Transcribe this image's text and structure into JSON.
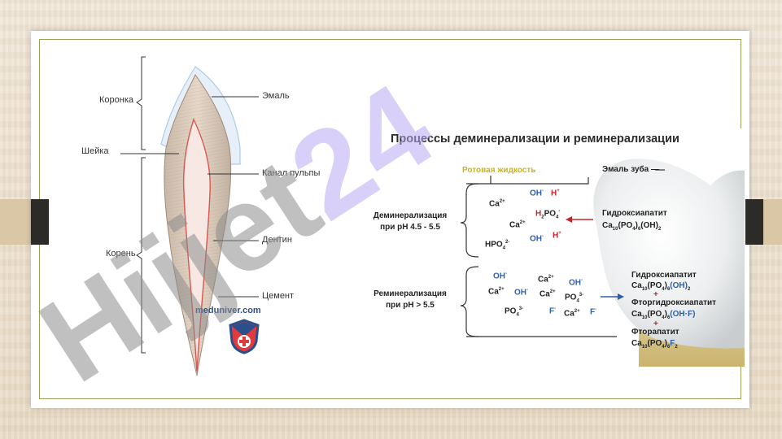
{
  "tooth": {
    "labels": {
      "crown": "Коронка",
      "neck": "Шейка",
      "root": "Корень",
      "enamel": "Эмаль",
      "pulp_canal": "Канал пульпы",
      "dentin": "Дентин",
      "cement": "Цемент"
    },
    "site": "meduniver.com"
  },
  "process": {
    "title": "Процессы деминерализации и реминерализации",
    "oral_fluid": "Ротовая жидкость",
    "tooth_enamel": "Эмаль зуба —",
    "demin_label_1": "Деминерализация",
    "demin_label_2": "при  pH 4.5 - 5.5",
    "remin_label_1": "Реминерализация",
    "remin_label_2": "при  pH > 5.5",
    "hydroxyapatite": "Гидроксиапатит",
    "fluorohydroxyapatite": "Фторгидроксиапатит",
    "fluorapatite": "Фторапатит",
    "plus": "+"
  },
  "watermark": "Hijjet24",
  "colors": {
    "ion_blue": "#2f5fa8",
    "ion_red": "#c0272d",
    "oral_fluid_yellow": "#c9b616",
    "watermark_purple": "#b8aaf2",
    "watermark_gray": "#8c8c8c"
  }
}
